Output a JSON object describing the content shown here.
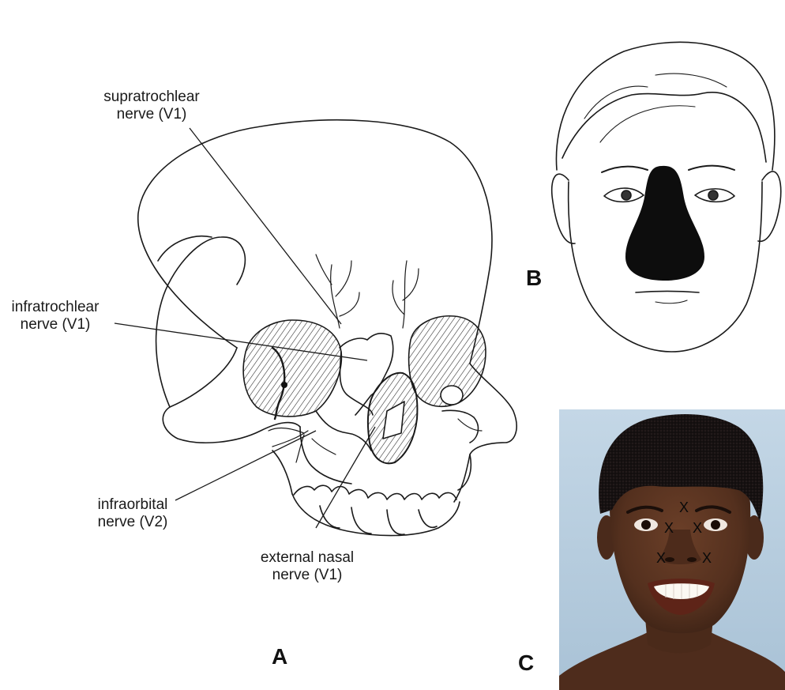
{
  "panel_a": {
    "letter": "A",
    "labels": {
      "supratrochlear": "supratrochlear\nnerve (V1)",
      "infratrochlear": "infratrochlear\nnerve (V1)",
      "infraorbital": "infraorbital\nnerve (V2)",
      "external_nasal": "external nasal\nnerve (V1)"
    }
  },
  "panel_b": {
    "letter": "B"
  },
  "panel_c": {
    "letter": "C",
    "injection_marks": [
      "X",
      "X",
      "X",
      "X",
      "X"
    ]
  },
  "colors": {
    "ink": "#111111",
    "photo_background": "#b9cfe0",
    "skin": "#5a3422",
    "hair": "#141010",
    "block_fill": "#0d0d0d"
  }
}
